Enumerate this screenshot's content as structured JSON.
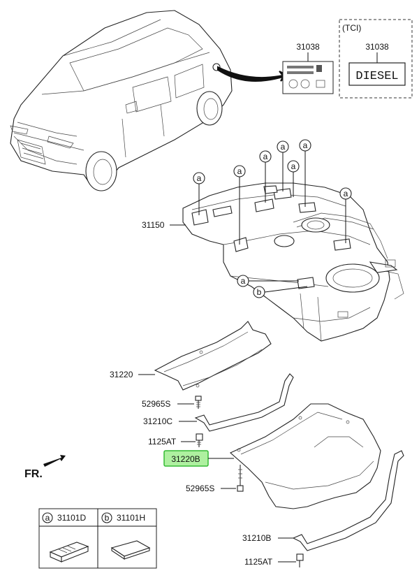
{
  "labels": {
    "fuel_label": "31038",
    "fuel_label_tci": "31038",
    "tci_tag": "(TCI)",
    "diesel_text": "DIESEL",
    "tank": "31150",
    "shield_upper": "31220",
    "screw_upper": "52965S",
    "strap_upper": "31210C",
    "bolt_upper": "1125AT",
    "shield_lower": "31220B",
    "screw_lower": "52965S",
    "strap_lower": "31210B",
    "bolt_lower": "1125AT",
    "front": "FR."
  },
  "callouts": [
    "a",
    "a",
    "a",
    "a",
    "a",
    "a",
    "a",
    "a",
    "b"
  ],
  "legend": [
    {
      "letter": "a",
      "part": "31101D"
    },
    {
      "letter": "b",
      "part": "31101H"
    }
  ],
  "highlight_color": "#aef0a0",
  "highlight_border": "#33bb33"
}
